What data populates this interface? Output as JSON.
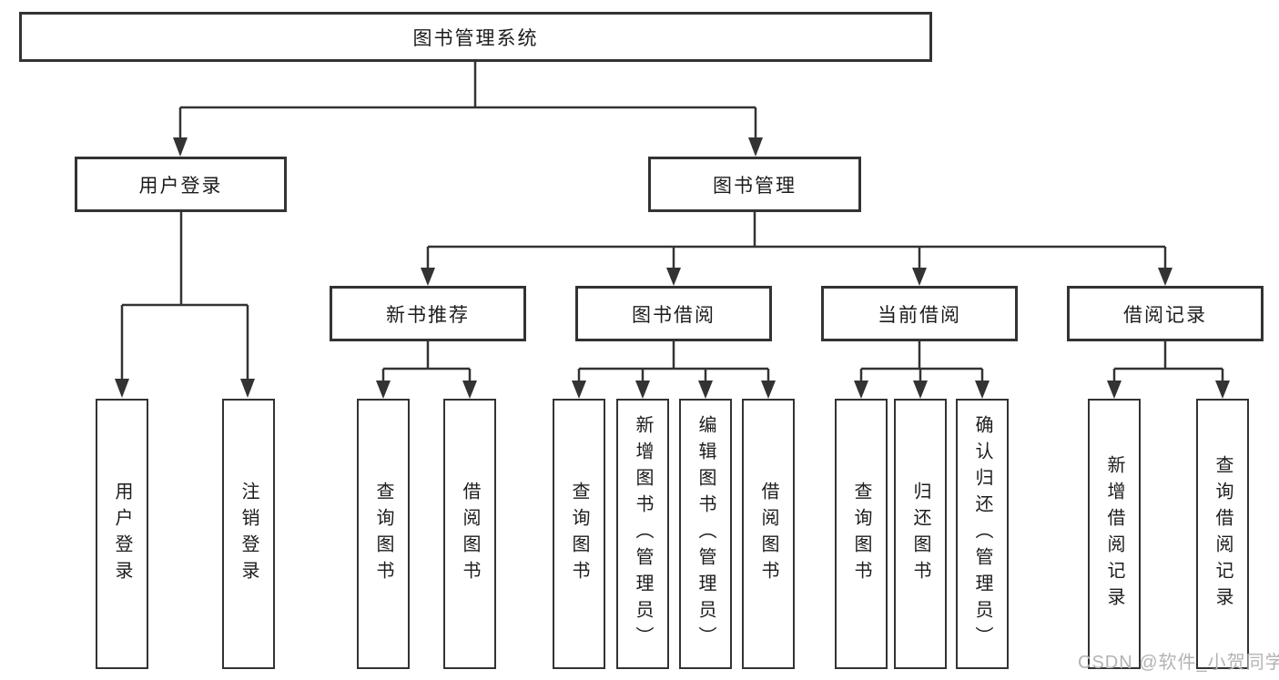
{
  "tree": {
    "root": "图书管理系统",
    "login": {
      "label": "用户登录",
      "children": [
        "用户登录",
        "注销登录"
      ]
    },
    "management": {
      "label": "图书管理",
      "groups": [
        {
          "label": "新书推荐",
          "children": [
            "查询图书",
            "借阅图书"
          ]
        },
        {
          "label": "图书借阅",
          "children": [
            "查询图书",
            "新增图书（管理员）",
            "编辑图书（管理员）",
            "借阅图书"
          ]
        },
        {
          "label": "当前借阅",
          "children": [
            "查询图书",
            "归还图书",
            "确认归还（管理员）"
          ]
        },
        {
          "label": "借阅记录",
          "children": [
            "新增借阅记录",
            "查询借阅记录"
          ]
        }
      ]
    }
  },
  "watermark": "CSDN @软件_小贺同学",
  "colors": {
    "line": "#333333",
    "box_border": "#333333",
    "text": "#1c1c1c",
    "watermark": "#b3b3b3",
    "background": "#ffffff"
  }
}
